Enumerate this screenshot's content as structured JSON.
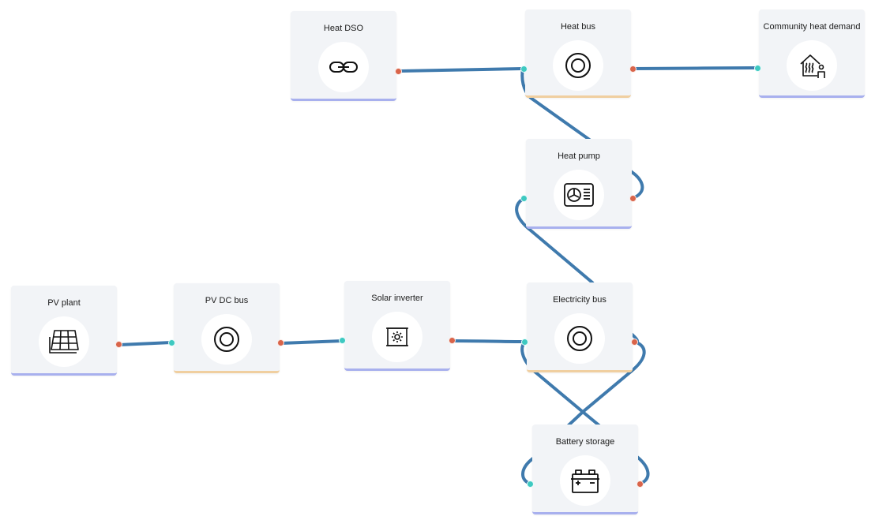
{
  "diagram": {
    "nodes": [
      {
        "id": "heat-dso",
        "label": "Heat DSO",
        "kind": "asset",
        "icon": "chain-link-icon"
      },
      {
        "id": "heat-bus",
        "label": "Heat bus",
        "kind": "bus",
        "icon": "bus-ring-icon"
      },
      {
        "id": "community-heat-demand",
        "label": "Community heat demand",
        "kind": "asset",
        "icon": "house-heat-demand-icon"
      },
      {
        "id": "heat-pump",
        "label": "Heat pump",
        "kind": "asset",
        "icon": "heat-pump-fan-icon"
      },
      {
        "id": "pv-plant",
        "label": "PV plant",
        "kind": "asset",
        "icon": "solar-panel-icon"
      },
      {
        "id": "pv-dc-bus",
        "label": "PV DC bus",
        "kind": "bus",
        "icon": "bus-ring-icon"
      },
      {
        "id": "solar-inverter",
        "label": "Solar inverter",
        "kind": "asset",
        "icon": "inverter-sun-icon"
      },
      {
        "id": "electricity-bus",
        "label": "Electricity bus",
        "kind": "bus",
        "icon": "bus-ring-icon"
      },
      {
        "id": "battery-storage",
        "label": "Battery storage",
        "kind": "asset",
        "icon": "battery-icon"
      }
    ],
    "edges": [
      {
        "from": "heat-dso",
        "to": "heat-bus"
      },
      {
        "from": "heat-bus",
        "to": "community-heat-demand"
      },
      {
        "from": "heat-pump",
        "to": "heat-bus"
      },
      {
        "from": "electricity-bus",
        "to": "heat-pump"
      },
      {
        "from": "pv-plant",
        "to": "pv-dc-bus"
      },
      {
        "from": "pv-dc-bus",
        "to": "solar-inverter"
      },
      {
        "from": "solar-inverter",
        "to": "electricity-bus"
      },
      {
        "from": "electricity-bus",
        "to": "battery-storage"
      },
      {
        "from": "battery-storage",
        "to": "electricity-bus"
      }
    ],
    "colors": {
      "wire": "#3f7aad",
      "input_port": "#3ec9c1",
      "output_port": "#d9644a",
      "asset_underline": "#a8b0ee",
      "bus_underline": "#f0cfa0",
      "node_background": "#f2f4f7"
    }
  }
}
